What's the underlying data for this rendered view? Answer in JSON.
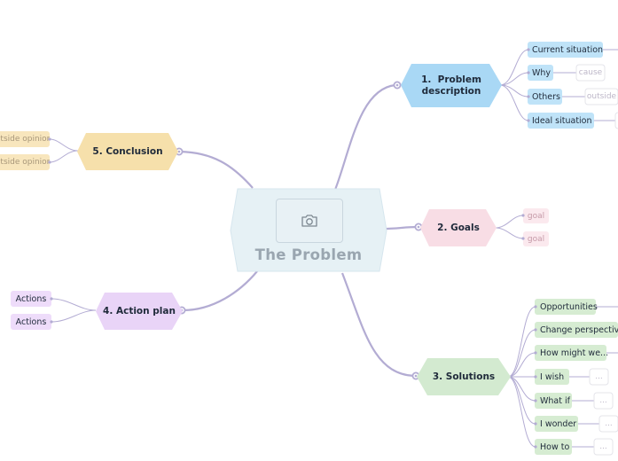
{
  "central": {
    "title": "The Problem",
    "image_icon": "camera-icon"
  },
  "branches": {
    "problem": {
      "label": "1.  Problem\ndescription",
      "color": "#a9d8f5",
      "children": [
        {
          "label": "Current situation",
          "tail": ""
        },
        {
          "label": "Why",
          "tail": "cause"
        },
        {
          "label": "Others",
          "tail": "outside"
        },
        {
          "label": "Ideal situation",
          "tail": ""
        }
      ]
    },
    "goals": {
      "label": "2. Goals",
      "color": "#f8dde5",
      "children": [
        {
          "label": "goal"
        },
        {
          "label": "goal"
        }
      ]
    },
    "solutions": {
      "label": "3. Solutions",
      "color": "#d3ead0",
      "children": [
        {
          "label": "Opportunities",
          "tail": ""
        },
        {
          "label": "Change perspective",
          "tail": ""
        },
        {
          "label": "How might we...",
          "tail": ""
        },
        {
          "label": "I wish",
          "tail": "..."
        },
        {
          "label": "What if",
          "tail": "..."
        },
        {
          "label": "I wonder",
          "tail": "..."
        },
        {
          "label": "How to",
          "tail": "..."
        }
      ]
    },
    "action": {
      "label": "4. Action plan",
      "color": "#e9d4f7",
      "children": [
        {
          "label": "Actions"
        },
        {
          "label": "Actions"
        }
      ]
    },
    "conclusion": {
      "label": "5. Conclusion",
      "color": "#f6e0ab",
      "children": [
        {
          "label": "Outside opinion"
        },
        {
          "label": "Outside opinion"
        }
      ]
    }
  },
  "colors": {
    "connector": "#b3acd3",
    "central_fill": "#e6f1f5",
    "problem_leaf": "#bfe3f8",
    "goals_leaf": "#fbe9ee",
    "solutions_leaf": "#d6ecd2",
    "action_leaf": "#eedcfa",
    "conclusion_leaf": "#f8e6bd"
  }
}
